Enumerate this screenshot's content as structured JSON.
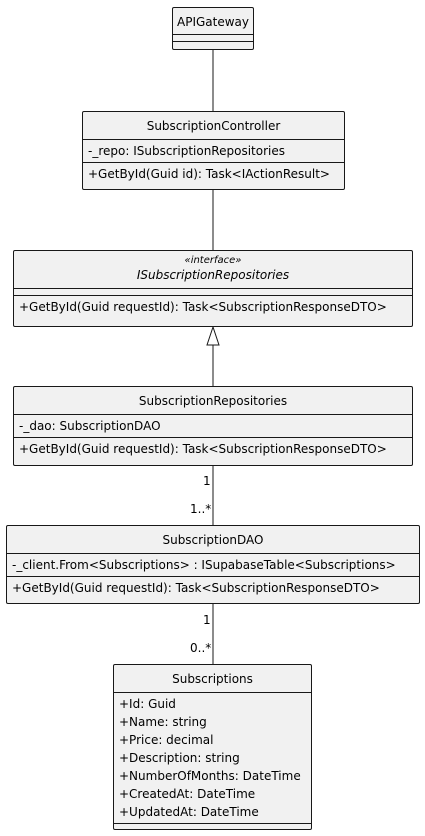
{
  "api_gateway": {
    "name": "APIGateway"
  },
  "controller": {
    "name": "SubscriptionController",
    "fields": [
      "-_repo: ISubscriptionRepositories"
    ],
    "methods": [
      "+GetById(Guid id): Task<IActionResult>"
    ]
  },
  "interface": {
    "stereotype": "«interface»",
    "name": "ISubscriptionRepositories",
    "methods": [
      "+GetById(Guid requestId): Task<SubscriptionResponseDTO>"
    ]
  },
  "repositories": {
    "name": "SubscriptionRepositories",
    "fields": [
      "-_dao: SubscriptionDAO"
    ],
    "methods": [
      "+GetById(Guid requestId): Task<SubscriptionResponseDTO>"
    ]
  },
  "dao": {
    "name": "SubscriptionDAO",
    "fields": [
      "-_client.From<Subscriptions> : ISupabaseTable<Subscriptions>"
    ],
    "methods": [
      "+GetById(Guid requestId): Task<SubscriptionResponseDTO>"
    ]
  },
  "subscriptions": {
    "name": "Subscriptions",
    "fields": [
      "+Id: Guid",
      "+Name: string",
      "+Price: decimal",
      "+Description: string",
      "+NumberOfMonths: DateTime",
      "+CreatedAt: DateTime",
      "+UpdatedAt: DateTime"
    ]
  },
  "multiplicities": {
    "repo_to_dao_source": "1",
    "repo_to_dao_target": "1..*",
    "dao_to_subscriptions_source": "1",
    "dao_to_subscriptions_target": "0..*"
  }
}
